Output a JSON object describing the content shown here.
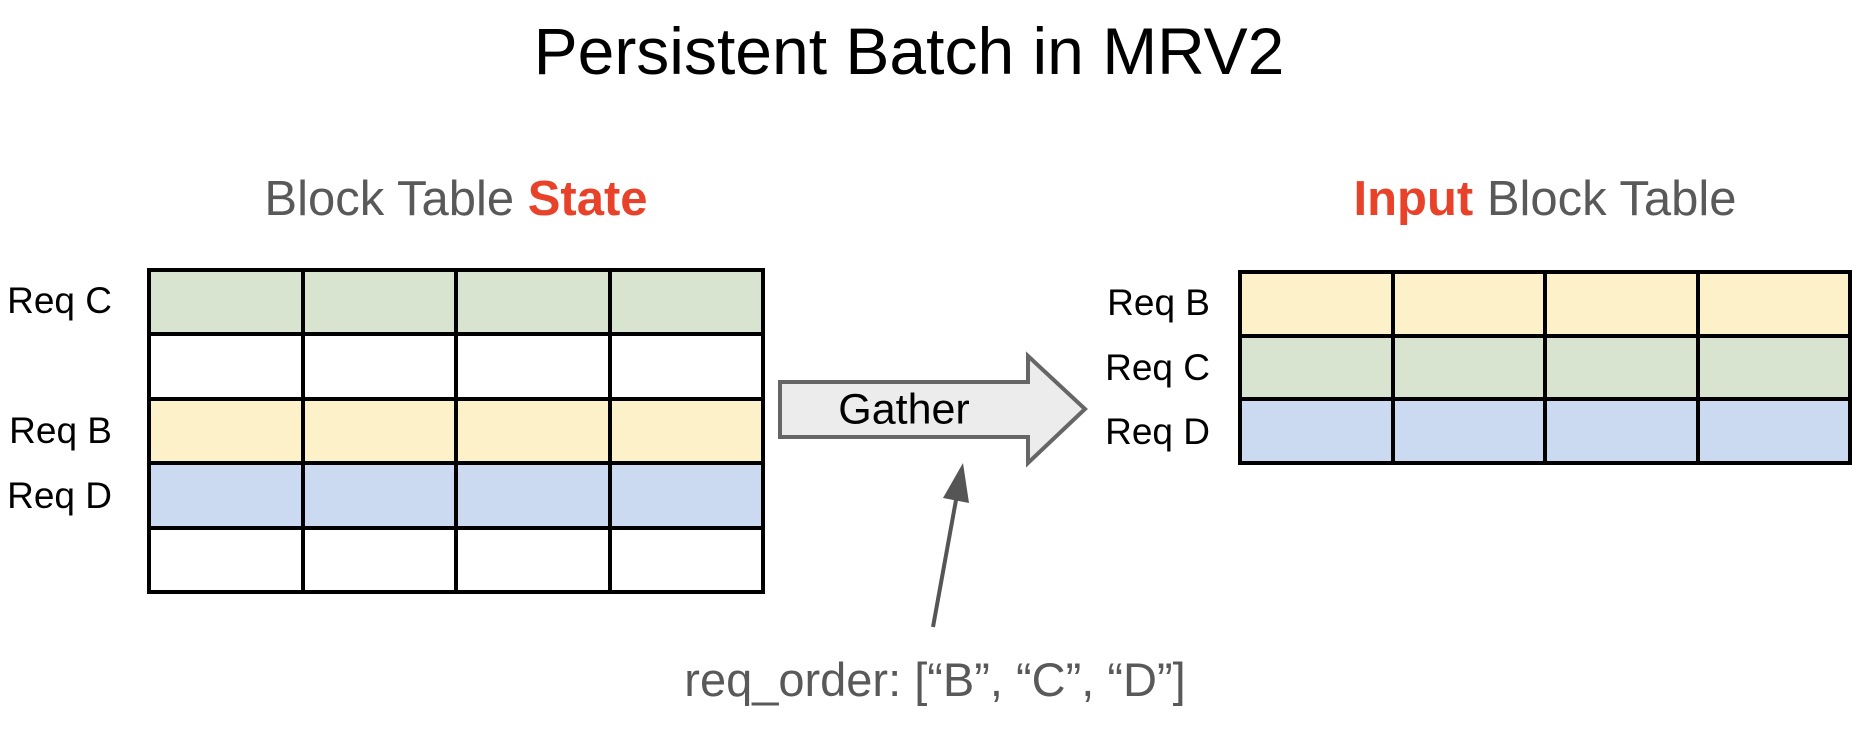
{
  "title": "Persistent Batch in MRV2",
  "colors": {
    "heading_gray": "#595959",
    "accent_red": "#e8432a",
    "req_b": "#fdf1c9",
    "req_c": "#d8e4cf",
    "req_d": "#cbdaf1",
    "empty": "#ffffff",
    "table_border": "#000000",
    "gather_fill": "#ececec",
    "gather_stroke": "#666666",
    "pointer_gray": "#555555"
  },
  "left_table": {
    "title_prefix": "Block Table ",
    "title_highlight": "State",
    "cols": 4,
    "rows": [
      "req_c",
      "empty",
      "req_b",
      "req_d",
      "empty"
    ],
    "row_labels": [
      "Req C",
      "Req B",
      "Req D"
    ]
  },
  "right_table": {
    "title_highlight": "Input",
    "title_suffix": " Block Table",
    "cols": 4,
    "rows": [
      "req_b",
      "req_c",
      "req_d"
    ],
    "row_labels": [
      "Req B",
      "Req C",
      "Req D"
    ]
  },
  "gather": {
    "label": "Gather"
  },
  "annotation": {
    "req_order": "req_order: [“B”, “C”, “D”]"
  }
}
